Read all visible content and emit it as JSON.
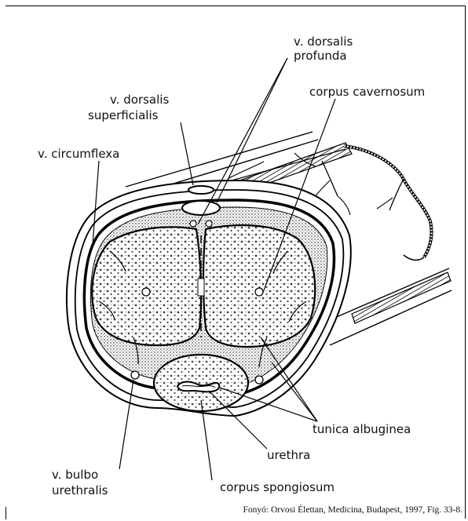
{
  "labels": {
    "v_dorsalis_profunda": [
      "v. dorsalis",
      "profunda"
    ],
    "corpus_cavernosum": "corpus cavernosum",
    "v_dorsalis_superficialis": [
      "v. dorsalis",
      "superficialis"
    ],
    "v_circumflexa": "v. circumflexa",
    "tunica_albuginea": "tunica albuginea",
    "urethra": "urethra",
    "v_bulbo_urethralis": [
      "v. bulbo",
      "urethralis"
    ],
    "corpus_spongiosum": "corpus spongiosum"
  },
  "caption": "Fonyó: Orvosi Élettan, Medicina, Budapest, 1997, Fig. 33-8."
}
